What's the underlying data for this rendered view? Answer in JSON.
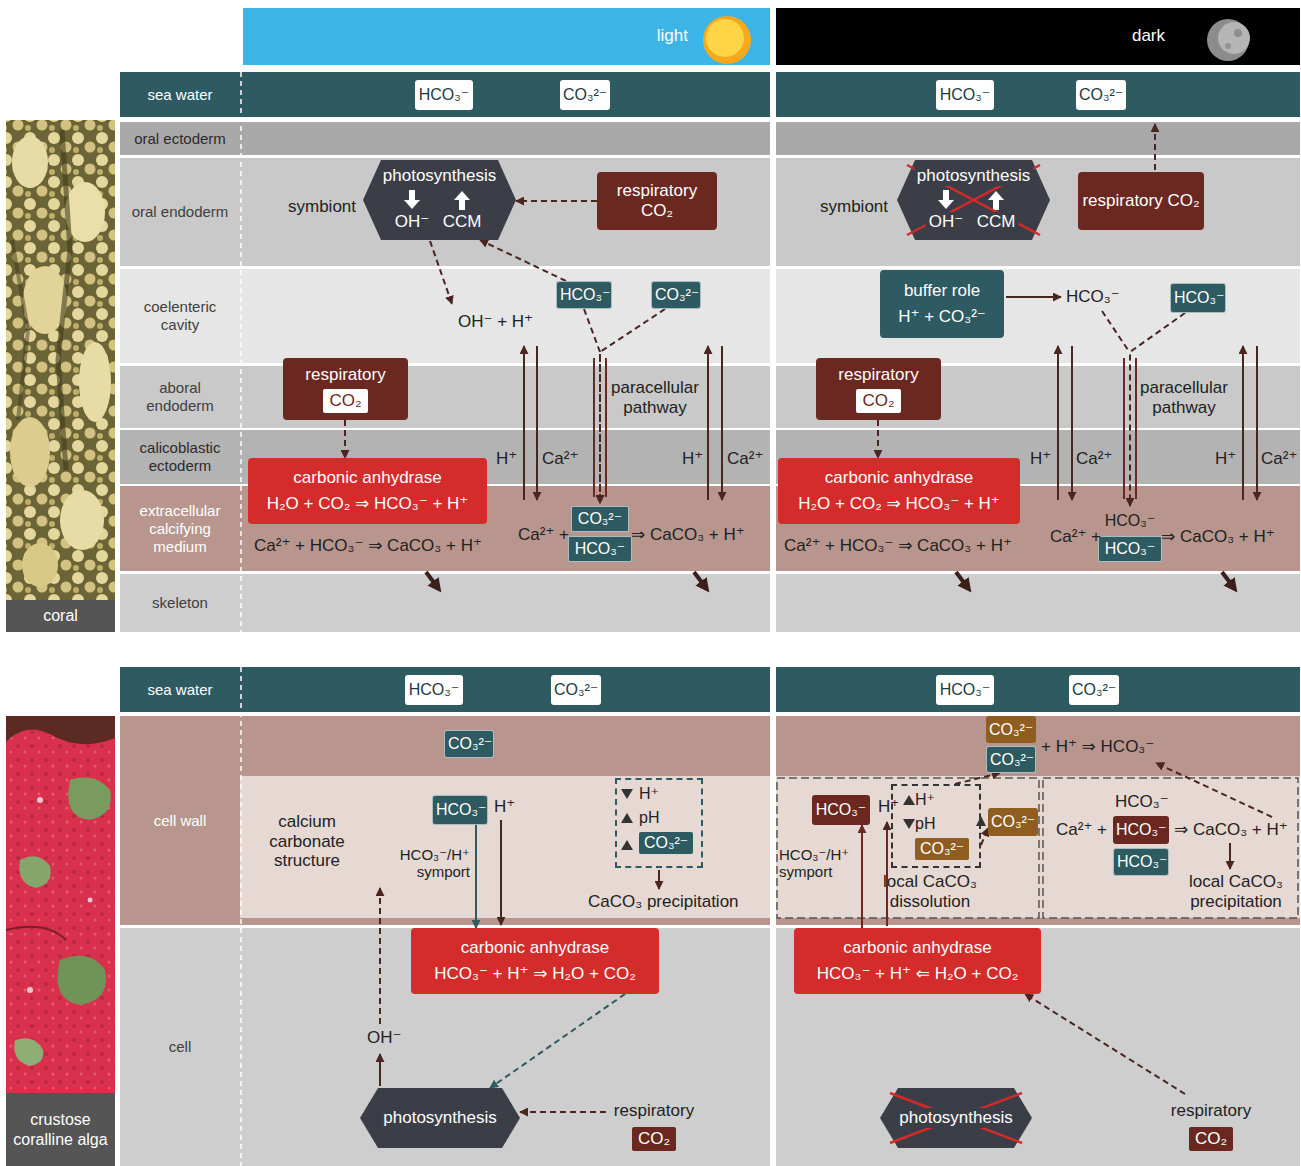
{
  "diagram": {
    "nodes": [
      {
        "text": [
          "light"
        ]
      },
      {
        "text": [
          "dark"
        ]
      },
      {
        "text": [
          "sea water"
        ]
      },
      {
        "text": [
          "HCO₃⁻"
        ]
      },
      {
        "text": [
          "CO₃²⁻"
        ]
      },
      {
        "text": [
          "HCO₃⁻"
        ]
      },
      {
        "text": [
          "CO₃²⁻"
        ]
      },
      {
        "text": [
          "oral ectoderm"
        ]
      },
      {
        "text": [
          "oral endoderm"
        ]
      },
      {
        "text": [
          "photosynthesis",
          "OH⁻",
          "CCM"
        ]
      },
      {
        "text": [
          "respiratory CO₂"
        ]
      },
      {
        "text": [
          "photosynthesis",
          "OH⁻",
          "CCM"
        ]
      },
      {
        "text": [
          "respiratory CO₂"
        ]
      },
      {
        "text": [
          "coelenteric cavity"
        ]
      },
      {
        "text": [
          "HCO₃⁻"
        ]
      },
      {
        "text": [
          "CO₃²⁻"
        ]
      },
      {
        "text": [
          "buffer role",
          "H⁺ + CO₃²⁻"
        ]
      },
      {
        "text": [
          "HCO₃⁻"
        ]
      },
      {
        "text": [
          "aboral endoderm"
        ]
      },
      {
        "text": [
          "respiratory",
          "CO₂"
        ]
      },
      {
        "text": [
          "respiratory",
          "CO₂"
        ]
      },
      {
        "text": [
          "calicoblastic ectoderm"
        ]
      },
      {
        "text": [
          "extracellular calcifying medium"
        ]
      },
      {
        "text": [
          "carbonic anhydrase",
          "H₂O + CO₂ ⇒ HCO₃⁻ + H⁺"
        ]
      },
      {
        "text": [
          "CO₃²⁻",
          "HCO₃⁻"
        ]
      },
      {
        "text": [
          "carbonic anhydrase",
          "H₂O + CO₂ ⇒ HCO₃⁻ + H⁺"
        ]
      },
      {
        "text": [
          "HCO₃⁻",
          "HCO₃⁻"
        ]
      },
      {
        "text": [
          "skeleton"
        ]
      },
      {
        "text": [
          "coral"
        ]
      },
      {
        "text": [
          "sea water"
        ]
      },
      {
        "text": [
          "HCO₃⁻"
        ]
      },
      {
        "text": [
          "CO₃²⁻"
        ]
      },
      {
        "text": [
          "HCO₃⁻"
        ]
      },
      {
        "text": [
          "CO₃²⁻"
        ]
      },
      {
        "text": [
          "cell wall"
        ]
      },
      {
        "text": [
          "CO₃²⁻"
        ]
      },
      {
        "text": [
          "CO₃²⁻"
        ]
      },
      {
        "text": [
          "CO₃²⁻"
        ]
      },
      {
        "text": [
          "HCO₃⁻"
        ]
      },
      {
        "text": [
          "H⁺",
          "pH",
          "CO₃²⁻"
        ]
      },
      {
        "text": [
          "HCO₃⁻"
        ]
      },
      {
        "text": [
          "H⁺",
          "pH",
          "CO₃²⁻"
        ]
      },
      {
        "text": [
          "CO₃²⁻"
        ]
      },
      {
        "text": [
          "HCO₃⁻"
        ]
      },
      {
        "text": [
          "HCO₃⁻"
        ]
      },
      {
        "text": [
          "cell"
        ]
      },
      {
        "text": [
          "carbonic anhydrase",
          "HCO₃⁻ + H⁺ ⇒ H₂O + CO₂"
        ]
      },
      {
        "text": [
          "carbonic anhydrase",
          "HCO₃⁻ + H⁺ ⇐ H₂O + CO₂"
        ]
      },
      {
        "text": [
          "photosynthesis"
        ]
      },
      {
        "text": [
          "respiratory",
          "CO₂"
        ]
      },
      {
        "text": [
          "photosynthesis"
        ]
      },
      {
        "text": [
          "respiratory",
          "CO₂"
        ]
      },
      {
        "text": [
          "crustose coralline alga"
        ]
      }
    ],
    "edges": [
      {
        "from": 10,
        "to": 9,
        "arrow": "to"
      },
      {
        "from": 14,
        "to": 9,
        "arrow": "to"
      },
      {
        "from": 14,
        "to": 24,
        "arrow": "to"
      },
      {
        "from": 15,
        "to": 24,
        "arrow": "to"
      },
      {
        "from": 17,
        "to": 26,
        "arrow": "to"
      },
      {
        "from": 19,
        "to": 23,
        "arrow": "to"
      },
      {
        "from": 20,
        "to": 25,
        "arrow": "to"
      },
      {
        "from": 38,
        "to": 46,
        "arrow": "to"
      },
      {
        "from": 46,
        "to": 48,
        "arrow": "to"
      },
      {
        "from": 49,
        "to": 48,
        "arrow": "to"
      },
      {
        "from": 47,
        "to": 40,
        "arrow": "to"
      },
      {
        "from": 51,
        "to": 47,
        "arrow": "to"
      },
      {
        "from": 41,
        "to": 37,
        "arrow": "to"
      },
      {
        "from": 41,
        "to": 42,
        "arrow": "to"
      }
    ],
    "labels": [
      "symbiont",
      "OH⁻ + H⁺",
      "paracellular pathway",
      "H⁺",
      "Ca²⁺",
      "H⁺",
      "Ca²⁺",
      "Ca²⁺ + HCO₃⁻ ⇒ CaCO₃ + H⁺",
      "Ca²⁺ +",
      "⇒ CaCO₃ + H⁺",
      "symbiont",
      "HCO₃⁻",
      "paracellular pathway",
      "H⁺",
      "Ca²⁺",
      "H⁺",
      "Ca²⁺",
      "Ca²⁺ + HCO₃⁻ ⇒ CaCO₃ + H⁺",
      "Ca²⁺ +",
      "⇒ CaCO₃ + H⁺",
      "calcium carbonate structure",
      "H⁺",
      "HCO₃⁻/H⁺ symport",
      "CaCO₃ precipitation",
      "OH⁻",
      "+ H⁺ ⇒ HCO₃⁻",
      "H⁺",
      "HCO₃⁻/H⁺ symport",
      "local CaCO₃ dissolution",
      "HCO₃⁻",
      "Ca²⁺ +",
      "⇒ CaCO₃ + H⁺",
      "local CaCO₃ precipitation"
    ]
  }
}
